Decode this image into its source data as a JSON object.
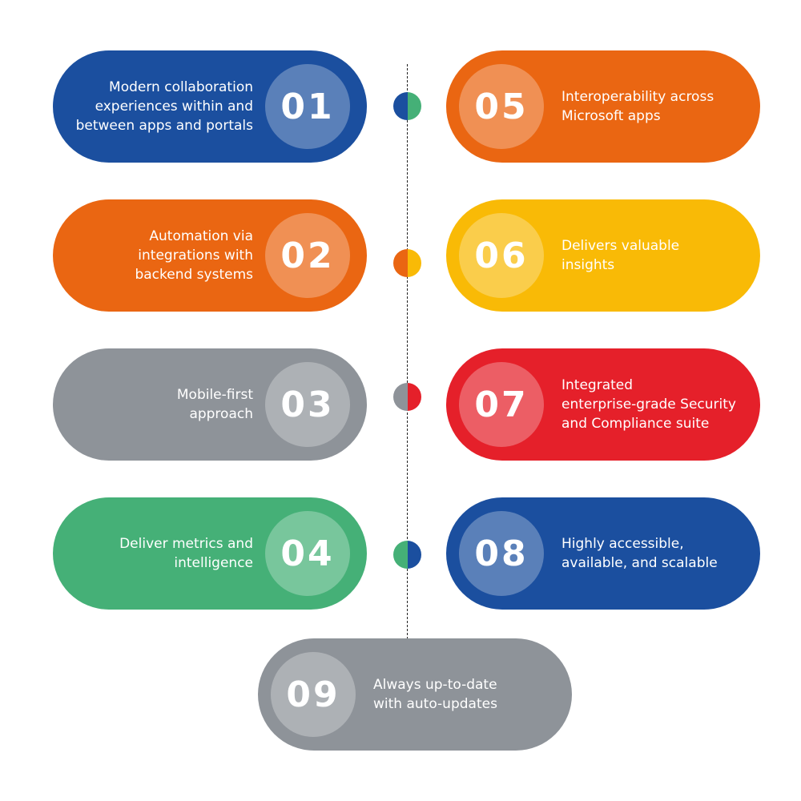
{
  "colors": {
    "blue": "#1B4F9F",
    "orange": "#EA6612",
    "gray": "#8E9399",
    "green": "#45B077",
    "yellow": "#F9BA06",
    "red": "#E5202A"
  },
  "items": [
    {
      "number": "01",
      "text": "Modern collaboration\nexperiences within and\nbetween apps and portals",
      "color": "#1B4F9F"
    },
    {
      "number": "02",
      "text": "Automation via\nintegrations with\nbackend systems",
      "color": "#EA6612"
    },
    {
      "number": "03",
      "text": "Mobile-first\napproach",
      "color": "#8E9399"
    },
    {
      "number": "04",
      "text": "Deliver metrics and\nintelligence",
      "color": "#45B077"
    },
    {
      "number": "05",
      "text": "Interoperability across\nMicrosoft apps",
      "color": "#EA6612"
    },
    {
      "number": "06",
      "text": "Delivers valuable\ninsights",
      "color": "#F9BA06"
    },
    {
      "number": "07",
      "text": "Integrated\nenterprise-grade Security\nand Compliance suite",
      "color": "#E5202A"
    },
    {
      "number": "08",
      "text": "Highly accessible,\navailable, and scalable",
      "color": "#1B4F9F"
    },
    {
      "number": "09",
      "text": "Always up-to-date\nwith auto-updates",
      "color": "#8E9399"
    }
  ]
}
